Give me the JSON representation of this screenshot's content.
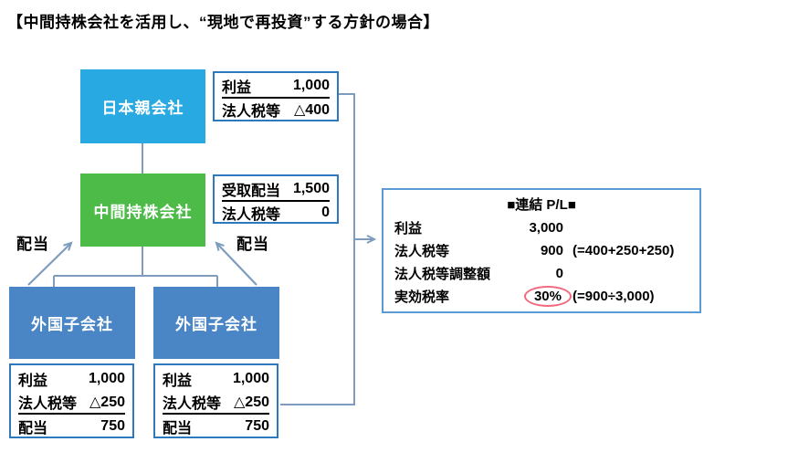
{
  "title": "【中間持株会社を活用し、“現地で再投資”する方針の場合】",
  "org": {
    "japan_parent": {
      "label": "日本親会社"
    },
    "intermediate_holding": {
      "label": "中間持株会社"
    },
    "foreign_sub_left": {
      "label": "外国子会社"
    },
    "foreign_sub_right": {
      "label": "外国子会社"
    }
  },
  "dividend_labels": {
    "left": "配当",
    "right": "配当"
  },
  "pl_japan_parent": {
    "rows": [
      {
        "label": "利益",
        "value": "1,000"
      },
      {
        "label": "法人税等",
        "value": "△400"
      }
    ]
  },
  "pl_intermediate": {
    "rows": [
      {
        "label": "受取配当",
        "value": "1,500"
      },
      {
        "label": "法人税等",
        "value": "0"
      }
    ]
  },
  "pl_sub_left": {
    "rows": [
      {
        "label": "利益",
        "value": "1,000"
      },
      {
        "label": "法人税等",
        "value": "△250"
      },
      {
        "label": "配当",
        "value": "750"
      }
    ]
  },
  "pl_sub_right": {
    "rows": [
      {
        "label": "利益",
        "value": "1,000"
      },
      {
        "label": "法人税等",
        "value": "△250"
      },
      {
        "label": "配当",
        "value": "750"
      }
    ]
  },
  "consolidated_pl": {
    "title": "■連結 P/L■",
    "rows": [
      {
        "label": "利益",
        "value": "3,000",
        "note": ""
      },
      {
        "label": "法人税等",
        "value": "900",
        "note": "(=400+250+250)"
      },
      {
        "label": "法人税等調整額",
        "value": "0",
        "note": ""
      },
      {
        "label": "実効税率",
        "value": "30%",
        "note": "(=900÷3,000)",
        "highlighted": true
      }
    ]
  },
  "colors": {
    "japan_parent_blue": "#29A9E1",
    "holding_green": "#4CBB48",
    "subsidiary_blue": "#4A86C6",
    "small_box_border": "#2E78BE",
    "panel_border": "#5B9BD5",
    "connector": "#7E9DBE",
    "highlight_ellipse": "#F2697E"
  }
}
